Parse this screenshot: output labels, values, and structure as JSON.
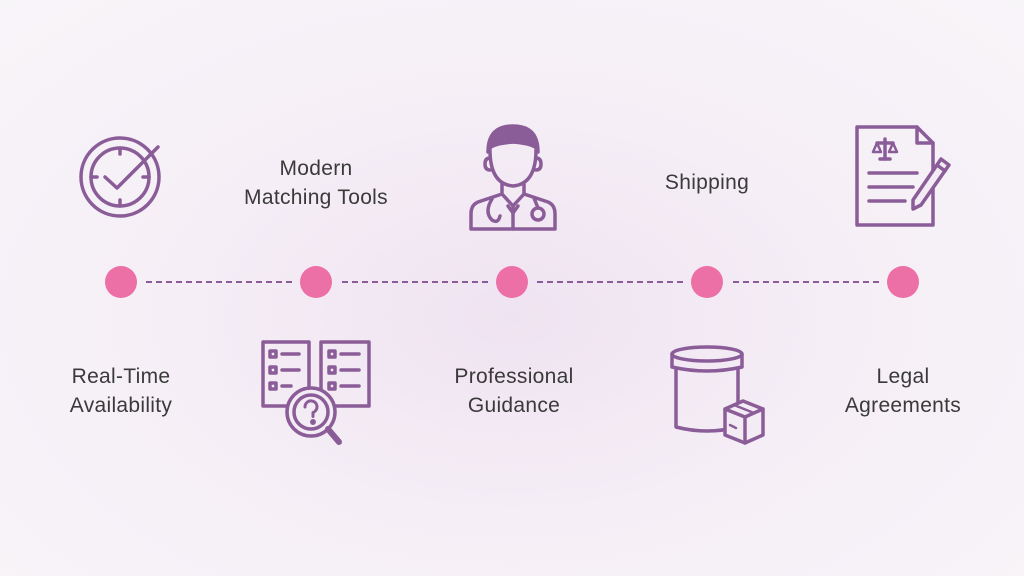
{
  "steps": [
    {
      "line1": "Real-Time",
      "line2": "Availability",
      "icon": "clock-check-icon",
      "position": "above"
    },
    {
      "line1": "Modern",
      "line2": "Matching Tools",
      "icon": "checklist-search-icon",
      "position": "below"
    },
    {
      "line1": "Professional",
      "line2": "Guidance",
      "icon": "doctor-icon",
      "position": "above"
    },
    {
      "line1": "Shipping",
      "line2": "",
      "icon": "container-box-icon",
      "position": "below"
    },
    {
      "line1": "Legal",
      "line2": "Agreements",
      "icon": "legal-document-icon",
      "position": "above"
    }
  ],
  "colors": {
    "accent": "#8b5d98",
    "dot": "#ec6fa6",
    "text": "#3a3a3a",
    "background": "#f5eef6"
  }
}
